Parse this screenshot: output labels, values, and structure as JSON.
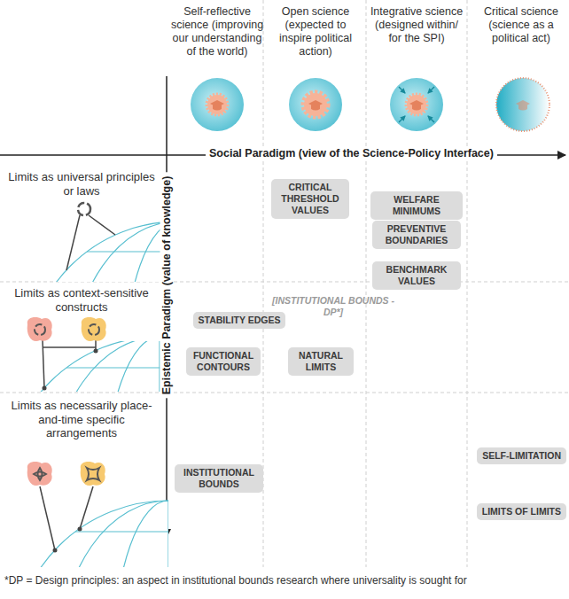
{
  "diagram": {
    "nodes": [
      {
        "text": [
          "CRITICAL THRESHOLD VALUES"
        ]
      },
      {
        "text": [
          "WELFARE MINIMUMS"
        ]
      },
      {
        "text": [
          "PREVENTIVE BOUNDARIES"
        ]
      },
      {
        "text": [
          "BENCHMARK VALUES"
        ]
      },
      {
        "text": [
          "STABILITY EDGES"
        ]
      },
      {
        "text": [
          "FUNCTIONAL CONTOURS"
        ]
      },
      {
        "text": [
          "NATURAL LIMITS"
        ]
      },
      {
        "text": [
          "SELF-LIMITATION"
        ]
      },
      {
        "text": [
          "INSTITUTIONAL BOUNDS"
        ]
      },
      {
        "text": [
          "LIMITS OF LIMITS"
        ]
      }
    ],
    "labels": [
      "Self-reflective science (improving our understanding of the world)",
      "Open science (expected to inspire political action)",
      "Integrative science (designed within/ for the SPI)",
      "Critical science (science as a political act)",
      "Social Paradigm (view of the Science-Policy Interface)",
      "Limits as universal principles or laws",
      "Epistemic Paradigm (value of knowledge)",
      "[INSTITUTIONAL BOUNDS - DP*]",
      "Limits as context-sensitive constructs",
      "Limits as necessarily place-and-time specific arrangements",
      "*DP = Design principles: an aspect in institutional bounds research where universality is sought for"
    ]
  }
}
